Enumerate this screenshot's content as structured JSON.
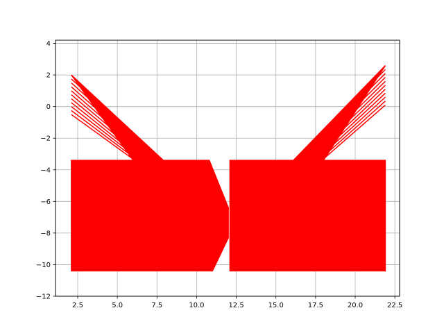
{
  "chart_data": {
    "type": "line",
    "title": "",
    "xlabel": "",
    "ylabel": "",
    "xlim": [
      1.1,
      22.8
    ],
    "ylim": [
      -12,
      4.2
    ],
    "grid": true,
    "xticks": [
      2.5,
      5.0,
      7.5,
      10.0,
      12.5,
      15.0,
      17.5,
      20.0,
      22.5
    ],
    "xtick_labels": [
      "2.5",
      "5.0",
      "7.5",
      "10.0",
      "12.5",
      "15.0",
      "17.5",
      "20.0",
      "22.5"
    ],
    "yticks": [
      -12,
      -10,
      -8,
      -6,
      -4,
      -2,
      0,
      2,
      4
    ],
    "ytick_labels": [
      "−12",
      "−10",
      "−8",
      "−6",
      "−4",
      "−2",
      "0",
      "2",
      "4"
    ],
    "series_color": "#ff0000",
    "series": [
      {
        "values": [
          {
            "x": 2.1,
            "y": 2.0
          },
          {
            "x": 7.9,
            "y": -3.4
          },
          {
            "x": 10.8,
            "y": -3.4
          },
          {
            "x": 12.0,
            "y": -6.4
          },
          {
            "x": 12.0,
            "y": -8.3
          },
          {
            "x": 11.0,
            "y": -10.4
          },
          {
            "x": 2.1,
            "y": -10.4
          },
          {
            "x": 2.1,
            "y": -3.4
          },
          {
            "x": 6.0,
            "y": -3.4
          }
        ]
      },
      {
        "values": [
          {
            "x": 21.9,
            "y": 2.6
          },
          {
            "x": 16.1,
            "y": -3.4
          },
          {
            "x": 12.1,
            "y": -3.4
          },
          {
            "x": 12.1,
            "y": -10.4
          },
          {
            "x": 21.9,
            "y": -10.4
          },
          {
            "x": 21.9,
            "y": -3.4
          },
          {
            "x": 18.0,
            "y": -3.4
          }
        ]
      }
    ],
    "left_shape_x": [
      2.1,
      7.9,
      10.8,
      12.0,
      12.0,
      11.0,
      2.1
    ],
    "left_shape_y": [
      -10.4,
      -3.4,
      2.0
    ],
    "right_shape_x": [
      12.1,
      16.1,
      21.9
    ],
    "right_shape_y": [
      -10.4,
      -3.4,
      2.6
    ]
  }
}
